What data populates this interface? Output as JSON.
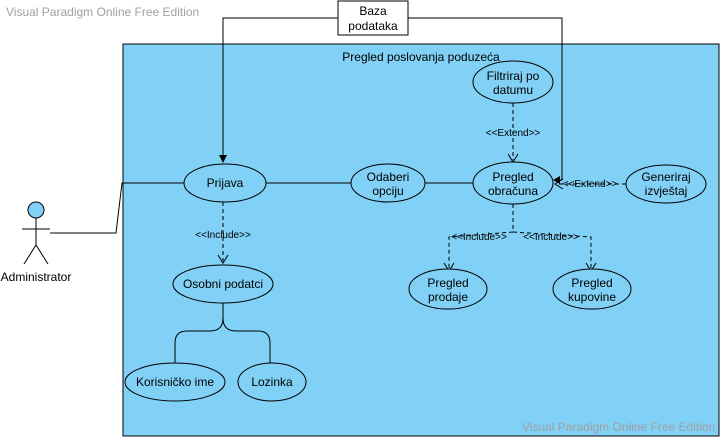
{
  "watermark": {
    "top": "Visual Paradigm Online Free Edition",
    "bottom": "Visual Paradigm Online Free Edition"
  },
  "colors": {
    "system_fill": "#81d0f5",
    "use_case_fill": "#81d0f5",
    "actor_head": "#81d0f5"
  },
  "system": {
    "title": "Pregled poslovanja poduzeća"
  },
  "actors": {
    "administrator": "Administrator",
    "database_line1": "Baza",
    "database_line2": "podataka"
  },
  "use_cases": {
    "prijava": "Prijava",
    "osobni_podatci": "Osobni podatci",
    "korisnicko_ime": "Korisničko ime",
    "lozinka": "Lozinka",
    "odaberi_1": "Odaberi",
    "odaberi_2": "opciju",
    "pregled_obr_1": "Pregled",
    "pregled_obr_2": "obračuna",
    "filtriraj_1": "Filtriraj po",
    "filtriraj_2": "datumu",
    "generiraj_1": "Generiraj",
    "generiraj_2": "izvještaj",
    "prodaje_1": "Pregled",
    "prodaje_2": "prodaje",
    "kupovine_1": "Pregled",
    "kupovine_2": "kupovine"
  },
  "relations": {
    "include_prijava": "<<Include>>",
    "include_prodaje": "<<Include>>",
    "include_kupovine": "<<Include>>",
    "extend_filtriraj": "<<Extend>>",
    "extend_generiraj": "<<Extend>>"
  }
}
